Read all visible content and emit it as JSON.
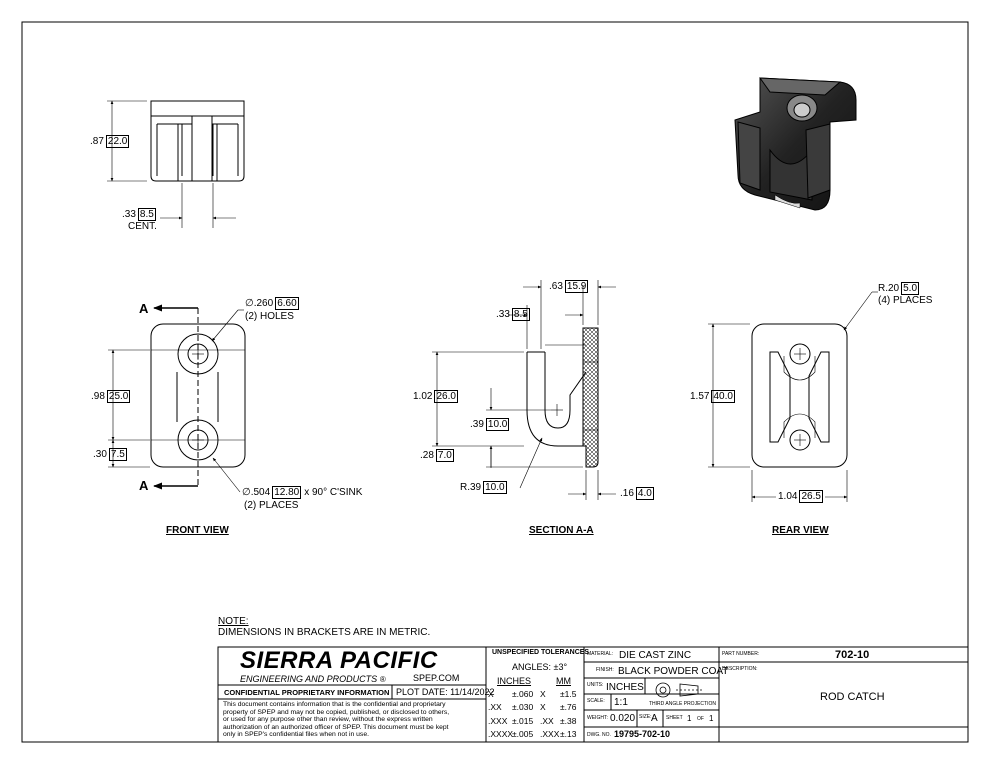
{
  "views": {
    "top_view": {
      "dim_height": ".87",
      "dim_height_mm": "22.0",
      "dim_cent": ".33",
      "dim_cent_mm": "8.5",
      "dim_cent_note": "CENT."
    },
    "front_view": {
      "title": "FRONT VIEW",
      "section_label": "A",
      "hole_dia": "∅.260",
      "hole_dia_mm": "6.60",
      "hole_count": "(2) HOLES",
      "dim_spacing": ".98",
      "dim_spacing_mm": "25.0",
      "dim_bottom": ".30",
      "dim_bottom_mm": "7.5",
      "csink": "∅.504",
      "csink_mm": "12.80",
      "csink_angle": "x 90° C'SINK",
      "csink_count": "(2) PLACES"
    },
    "section_view": {
      "title": "SECTION A-A",
      "dim_depth": ".63",
      "dim_depth_mm": "15.9",
      "dim_gap": ".33",
      "dim_gap_mm": "8.5",
      "dim_height": "1.02",
      "dim_height_mm": "26.0",
      "dim_hook": ".39",
      "dim_hook_mm": "10.0",
      "dim_low": ".28",
      "dim_low_mm": "7.0",
      "dim_radius": "R.39",
      "dim_radius_mm": "10.0",
      "dim_thick": ".16",
      "dim_thick_mm": "4.0"
    },
    "rear_view": {
      "title": "REAR VIEW",
      "radius": "R.20",
      "radius_mm": "5.0",
      "radius_count": "(4) PLACES",
      "dim_height": "1.57",
      "dim_height_mm": "40.0",
      "dim_width": "1.04",
      "dim_width_mm": "26.5"
    }
  },
  "notes": {
    "heading": "NOTE:",
    "text": "DIMENSIONS IN BRACKETS ARE IN METRIC."
  },
  "title_block": {
    "company": "SIERRA PACIFIC",
    "company_sub": "ENGINEERING AND PRODUCTS",
    "website": "SPEP.COM",
    "confidential_heading": "CONFIDENTIAL PROPRIETARY INFORMATION",
    "plot_date": "PLOT DATE: 11/14/2022",
    "confidential_text_1": "This document contains information that is the confidential and proprietary",
    "confidential_text_2": "property of SPEP and may not be copied, published, or disclosed to others,",
    "confidential_text_3": "or used for any purpose  other than review, without the express written",
    "confidential_text_4": "authorization of an authorized officer of SPEP. This document must be kept",
    "confidential_text_5": "only in SPEP's confidential files when not in use.",
    "tolerances_heading": "UNSPECIFIED TOLERANCES",
    "angles": "ANGLES: ±3°",
    "inches_label": "INCHES",
    "mm_label": "MM",
    "tolerance_rows": [
      {
        "in_fmt": "X",
        "in_tol": "±.060",
        "mm_fmt": "X",
        "mm_tol": "±1.5"
      },
      {
        "in_fmt": ".XX",
        "in_tol": "±.030",
        "mm_fmt": "X",
        "mm_tol": "±.76"
      },
      {
        "in_fmt": ".XXX",
        "in_tol": "±.015",
        "mm_fmt": ".XX",
        "mm_tol": "±.38"
      },
      {
        "in_fmt": ".XXXX",
        "in_tol": "±.005",
        "mm_fmt": ".XXX",
        "mm_tol": "±.13"
      }
    ],
    "material_label": "MATERIAL:",
    "material": "DIE CAST ZINC",
    "finish_label": "FINISH:",
    "finish": "BLACK POWDER COAT",
    "units_label": "UNITS:",
    "units": "INCHES",
    "scale_label": "SCALE:",
    "scale": "1:1",
    "projection": "THIRD ANGLE PROJECTION",
    "weight_label": "WEIGHT:",
    "weight": "0.020",
    "size_label": "SIZE:",
    "size": "A",
    "sheet_label": "SHEET",
    "sheet": "1",
    "of_label": "OF",
    "sheet_total": "1",
    "dwg_label": "DWG. NO.",
    "dwg_no": "19795-702-10",
    "part_number_label": "PART NUMBER:",
    "part_number": "702-10",
    "description_label": "DESCRIPTION:",
    "description": "ROD CATCH"
  }
}
